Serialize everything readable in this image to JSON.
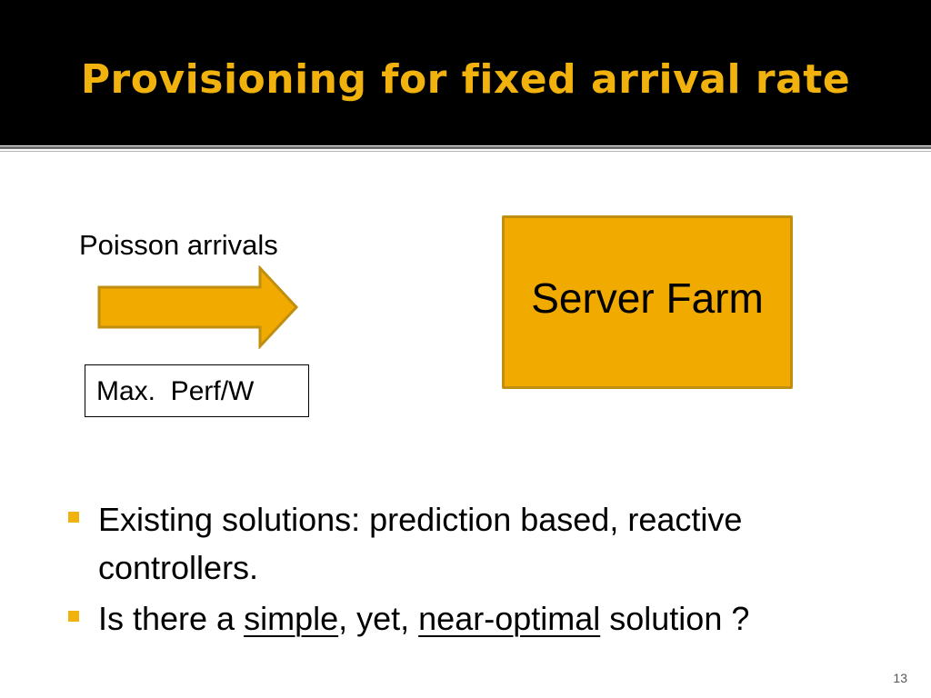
{
  "slide": {
    "title": "Provisioning for fixed arrival rate",
    "page_number": "13"
  },
  "diagram": {
    "arrival_label": "Poisson arrivals",
    "objective_label": "Max.  Perf/W",
    "server_label": "Server Farm"
  },
  "bullets": [
    {
      "text": "Existing solutions: prediction based, reactive controllers."
    },
    {
      "prefix": "Is there a ",
      "emphasis_1": "simple",
      "middle": ", yet, ",
      "emphasis_2": "near-optimal",
      "suffix": " solution ?"
    }
  ],
  "colors": {
    "title_text": "#f2b20e",
    "title_background": "#000000",
    "accent": "#f0aa00",
    "bullet_marker": "#f2b20e"
  },
  "icons": {
    "arrow": "right-arrow-icon",
    "bullet": "square-bullet-icon"
  }
}
